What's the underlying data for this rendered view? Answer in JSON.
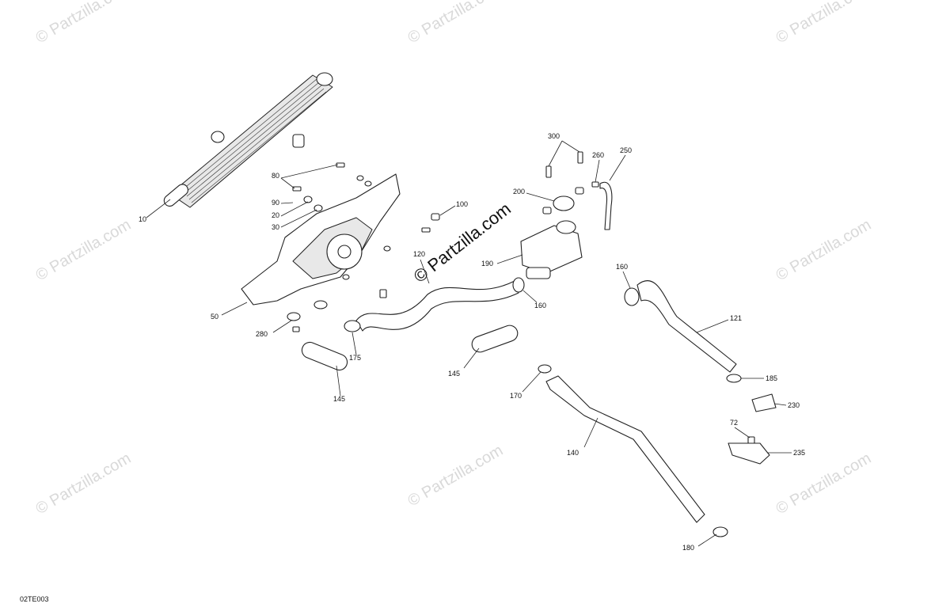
{
  "watermark": {
    "text": "© Partzilla.com",
    "center_text": "© Partzilla.com"
  },
  "diagram_code": "02TE003",
  "callouts": {
    "c10": "10",
    "c80": "80",
    "c90": "90",
    "c20": "20",
    "c30": "30",
    "c50": "50",
    "c280": "280",
    "c175": "175",
    "c145a": "145",
    "c145b": "145",
    "c100": "100",
    "c120": "120",
    "c160a": "160",
    "c160b": "160",
    "c300": "300",
    "c260": "260",
    "c250": "250",
    "c200": "200",
    "c190": "190",
    "c121": "121",
    "c185": "185",
    "c230": "230",
    "c72": "72",
    "c235": "235",
    "c170": "170",
    "c140": "140",
    "c180": "180"
  }
}
